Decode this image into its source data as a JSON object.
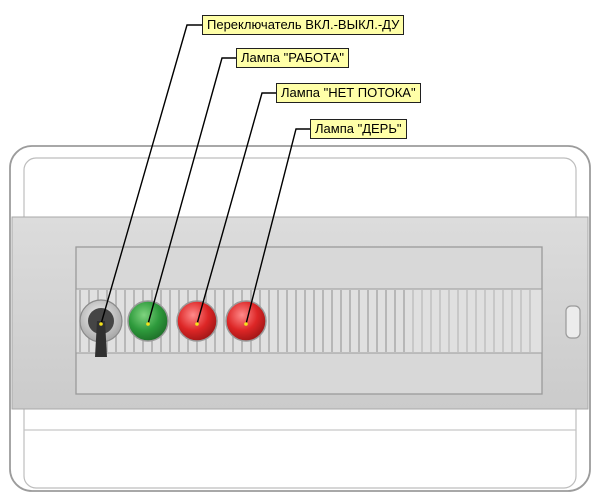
{
  "callouts": [
    {
      "label": "Переключатель ВКЛ.-ВЫКЛ.-ДУ",
      "target": "control-switch"
    },
    {
      "label": "Лампа \"РАБОТА\"",
      "target": "lamp-work"
    },
    {
      "label": "Лампа \"НЕТ ПОТОКА\"",
      "target": "lamp-no-flow"
    },
    {
      "label": "Лампа \"ДЕРЬ\"",
      "target": "lamp-derj"
    }
  ],
  "colors": {
    "lamp_work": "#2e9a3c",
    "lamp_red": "#dd2626",
    "callout_fill": "#ffffa8",
    "housing": "#ffffff",
    "panel": "#d4d4d4",
    "leader_line": "#000000"
  }
}
